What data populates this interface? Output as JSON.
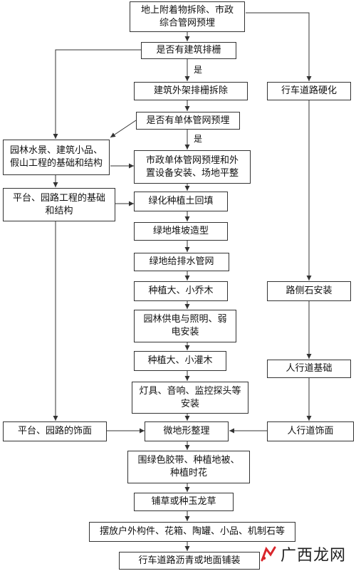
{
  "nodes": {
    "n1": "地上附着物拆除、市政\n综合管网预埋",
    "n2": "是否有建筑排栅",
    "n3": "建筑外架排栅拆除",
    "n4": "是否有单体管网预埋",
    "n5": "市政单体管网预埋和外\n置设备安装、场地平整",
    "n6": "绿化种植土回填",
    "n7": "绿地堆坡造型",
    "n8": "绿地给排水管网",
    "n9": "种植大、小乔木",
    "n10": "园林供电与照明、弱\n电安装",
    "n11": "种植大、小灌木",
    "n12": "灯具、音响、监控探头等\n安装",
    "n13": "微地形整理",
    "n14": "围绿色胶带、种植地被、\n种植时花",
    "n15": "铺草或种玉龙草",
    "n16": "摆放户外构件、花箱、陶罐、小品、机制石等",
    "n17": "行车道路沥青或地面铺装",
    "l1": "园林水景、建筑小品、\n假山工程的基础和结构",
    "l2": "平台、园路工程的基础\n和结构",
    "l3": "平台、园路的饰面",
    "r1": "行车道路硬化",
    "r2": "路侧石安装",
    "r3": "人行道基础",
    "r4": "人行道饰面"
  },
  "labels": {
    "yes1": "是",
    "yes2": "是"
  },
  "watermark": {
    "text": "广西龙网",
    "accent": "#d9262c"
  }
}
